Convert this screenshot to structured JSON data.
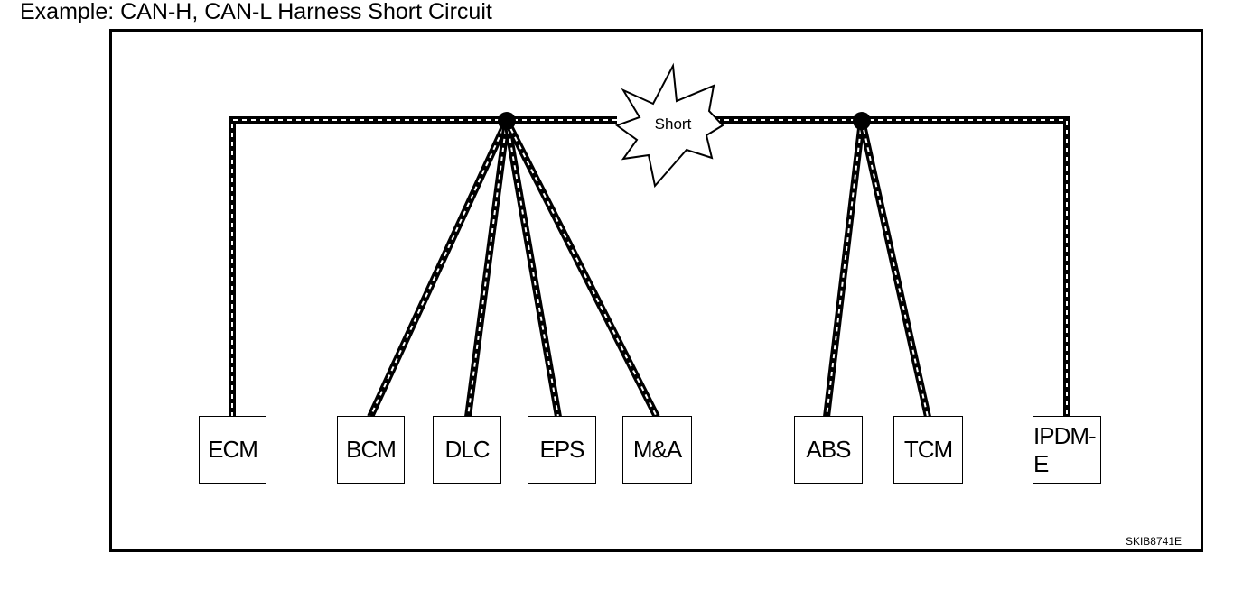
{
  "caption": "Example: CAN-H, CAN-L Harness Short Circuit",
  "fault_label": "Short",
  "reference_code": "SKIB8741E",
  "modules": [
    {
      "id": "ecm",
      "label": "ECM"
    },
    {
      "id": "bcm",
      "label": "BCM"
    },
    {
      "id": "dlc",
      "label": "DLC"
    },
    {
      "id": "eps",
      "label": "EPS"
    },
    {
      "id": "ma",
      "label": "M&A"
    },
    {
      "id": "abs",
      "label": "ABS"
    },
    {
      "id": "tcm",
      "label": "TCM"
    },
    {
      "id": "ipdm",
      "label": "IPDM-E"
    }
  ],
  "colors": {
    "line": "#000000",
    "stripe": "#ffffff",
    "background": "#ffffff"
  }
}
